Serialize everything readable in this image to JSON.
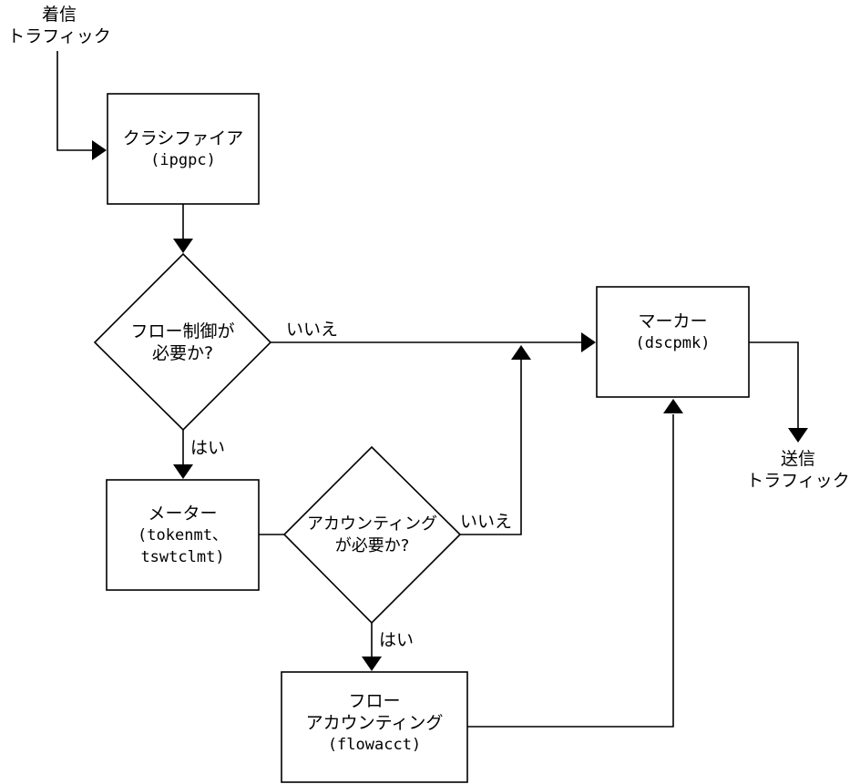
{
  "diagram": {
    "type": "flowchart",
    "colors": {
      "stroke": "#000000",
      "background": "#ffffff"
    },
    "nodes": {
      "incoming": {
        "line1": "着信",
        "line2": "トラフィック"
      },
      "classifier": {
        "line1": "クラシファイア",
        "line2": "(ipgpc)"
      },
      "flow_control_decision": {
        "line1": "フロー制御が",
        "line2": "必要か?"
      },
      "meter": {
        "line1": "メーター",
        "line2": "(tokenmt、",
        "line3": "tswtclmt)"
      },
      "accounting_decision": {
        "line1": "アカウンティング",
        "line2": "が必要か?"
      },
      "flow_accounting": {
        "line1": "フロー",
        "line2": "アカウンティング",
        "line3": "(flowacct)"
      },
      "marker": {
        "line1": "マーカー",
        "line2": "(dscpmk)"
      },
      "outgoing": {
        "line1": "送信",
        "line2": "トラフィック"
      }
    },
    "edge_labels": {
      "flow_control_no": "いいえ",
      "flow_control_yes": "はい",
      "accounting_no": "いいえ",
      "accounting_yes": "はい"
    },
    "edges": [
      {
        "from": "incoming",
        "to": "classifier"
      },
      {
        "from": "classifier",
        "to": "flow_control_decision"
      },
      {
        "from": "flow_control_decision",
        "to": "marker",
        "label": "いいえ"
      },
      {
        "from": "flow_control_decision",
        "to": "meter",
        "label": "はい"
      },
      {
        "from": "meter",
        "to": "accounting_decision"
      },
      {
        "from": "accounting_decision",
        "to": "marker",
        "label": "いいえ"
      },
      {
        "from": "accounting_decision",
        "to": "flow_accounting",
        "label": "はい"
      },
      {
        "from": "flow_accounting",
        "to": "marker"
      },
      {
        "from": "marker",
        "to": "outgoing"
      }
    ]
  }
}
